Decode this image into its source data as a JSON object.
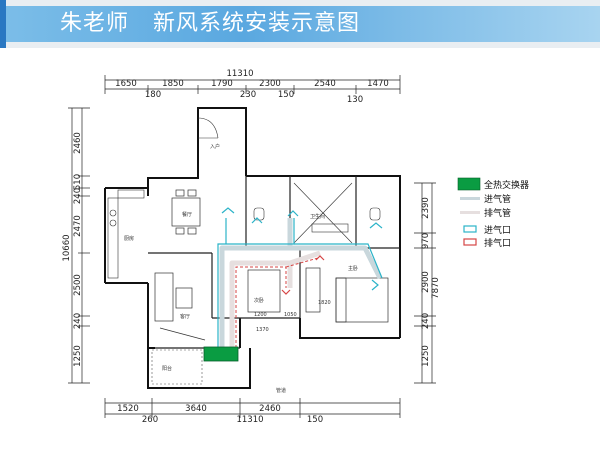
{
  "header": {
    "title": "朱老师   新风系统安装示意图"
  },
  "dimensions": {
    "top_total": "11310",
    "top_row": [
      "1650",
      "1850",
      "1790",
      "2300",
      "2540",
      "1470"
    ],
    "top_sub": [
      "180",
      "230",
      "150",
      "130"
    ],
    "left_total": "10660",
    "left_row": [
      "2460",
      "510",
      "240",
      "2470",
      "2500",
      "240",
      "1250"
    ],
    "right_row": [
      "2390",
      "970",
      "2900",
      "240",
      "1250"
    ],
    "right_total": "7870",
    "bottom_row": [
      "1520",
      "3640",
      "2460"
    ],
    "bottom_sub": [
      "260",
      "150"
    ],
    "bottom_total": "11310",
    "inner": [
      "1200",
      "1050",
      "1370",
      "1820"
    ]
  },
  "rooms": {
    "entrance": "入户",
    "dining": "餐厅",
    "kitchen": "厨房",
    "living": "客厅",
    "bedroom_main": "主卧",
    "bedroom_2": "次卧",
    "bath": "卫生间",
    "balcony": "阳台",
    "pipe": "管道"
  },
  "legend": {
    "items": [
      {
        "label": "全热交换器",
        "color": "#0a9c42",
        "kind": "box"
      },
      {
        "label": "进气管",
        "color": "#c9d7dc",
        "kind": "pipe"
      },
      {
        "label": "排气管",
        "color": "#e6dfdf",
        "kind": "pipe"
      },
      {
        "label": "进气口",
        "color": "#2bb3c8",
        "kind": "port"
      },
      {
        "label": "排气口",
        "color": "#d64545",
        "kind": "port"
      }
    ]
  }
}
